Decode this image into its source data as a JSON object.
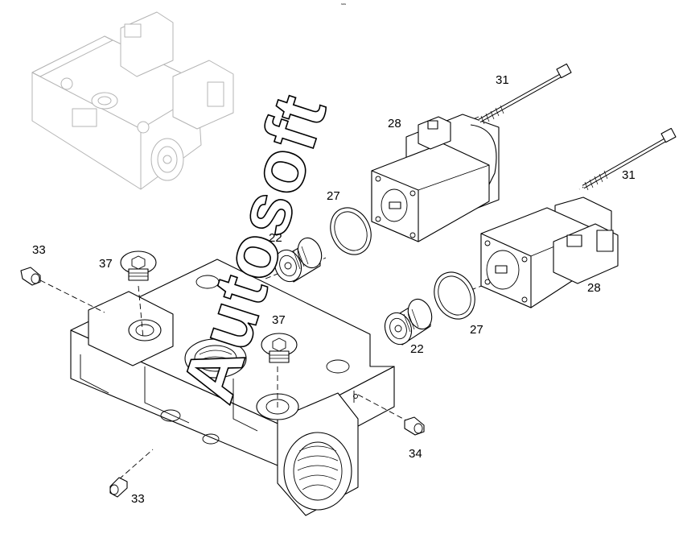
{
  "diagram": {
    "callouts": {
      "screw_top": "31",
      "screw_right": "31",
      "solenoid_upper": "28",
      "solenoid_lower": "28",
      "oring_upper": "27",
      "oring_lower": "27",
      "cartridge_upper": "22",
      "cartridge_lower": "22",
      "plug_left": "37",
      "plug_center": "37",
      "pin_top_left": "33",
      "pin_bottom": "33",
      "pin_right": "34"
    },
    "watermark": "Autosoft",
    "corner_mark": "˜˜"
  }
}
